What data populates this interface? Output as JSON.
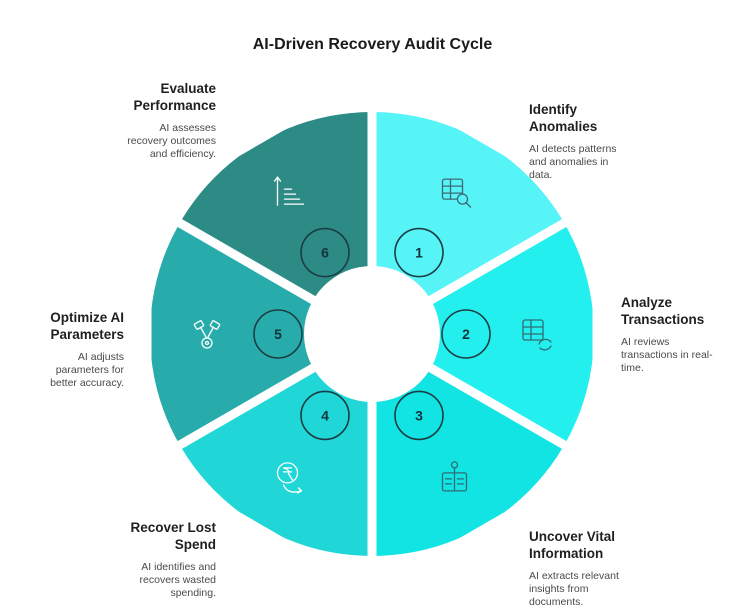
{
  "title": "AI-Driven Recovery Audit Cycle",
  "steps": [
    {
      "num": "1",
      "icon": "table-search-icon",
      "color": "#56f3f7",
      "title_lines": [
        "Identify",
        "Anomalies"
      ],
      "desc_lines": [
        "AI detects patterns",
        "and anomalies in",
        "data."
      ]
    },
    {
      "num": "2",
      "icon": "table-refresh-icon",
      "color": "#23efef",
      "title_lines": [
        "Analyze",
        "Transactions"
      ],
      "desc_lines": [
        "AI reviews",
        "transactions in real-",
        "time."
      ]
    },
    {
      "num": "3",
      "icon": "document-stamp-icon",
      "color": "#12e3e3",
      "title_lines": [
        "Uncover Vital",
        "Information"
      ],
      "desc_lines": [
        "AI extracts relevant",
        "insights from",
        "documents."
      ]
    },
    {
      "num": "4",
      "icon": "rupee-recover-icon",
      "color": "#20d6d6",
      "title_lines": [
        "Recover Lost",
        "Spend"
      ],
      "desc_lines": [
        "AI identifies and",
        "recovers wasted",
        "spending."
      ]
    },
    {
      "num": "5",
      "icon": "wrench-gear-icon",
      "color": "#28abab",
      "title_lines": [
        "Optimize AI",
        "Parameters"
      ],
      "desc_lines": [
        "AI adjusts",
        "parameters for",
        "better accuracy."
      ]
    },
    {
      "num": "6",
      "icon": "sort-ascending-icon",
      "color": "#2d8b86",
      "title_lines": [
        "Evaluate",
        "Performance"
      ],
      "desc_lines": [
        "AI assesses",
        "recovery outcomes",
        "and efficiency."
      ]
    }
  ],
  "colors": {
    "outline": "#1b3d44",
    "badge_text": "#12333a"
  }
}
